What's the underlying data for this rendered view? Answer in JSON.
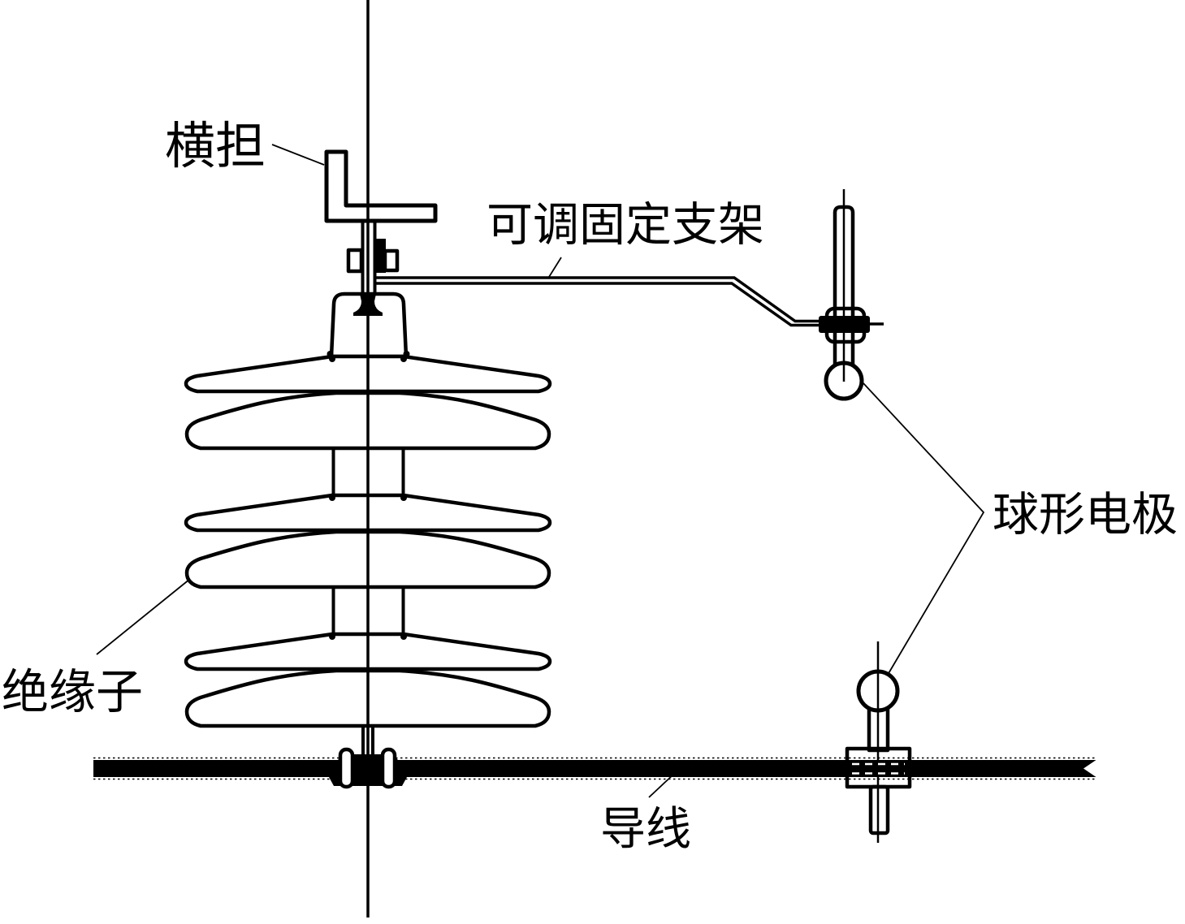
{
  "diagram": {
    "type": "technical-line-drawing",
    "colors": {
      "line": "#000000",
      "background": "#ffffff"
    },
    "labels": {
      "cross_arm": "横担",
      "adjustable_bracket": "可调固定支架",
      "spherical_electrode": "球形电极",
      "insulator": "绝缘子",
      "conductor": "导线"
    }
  }
}
